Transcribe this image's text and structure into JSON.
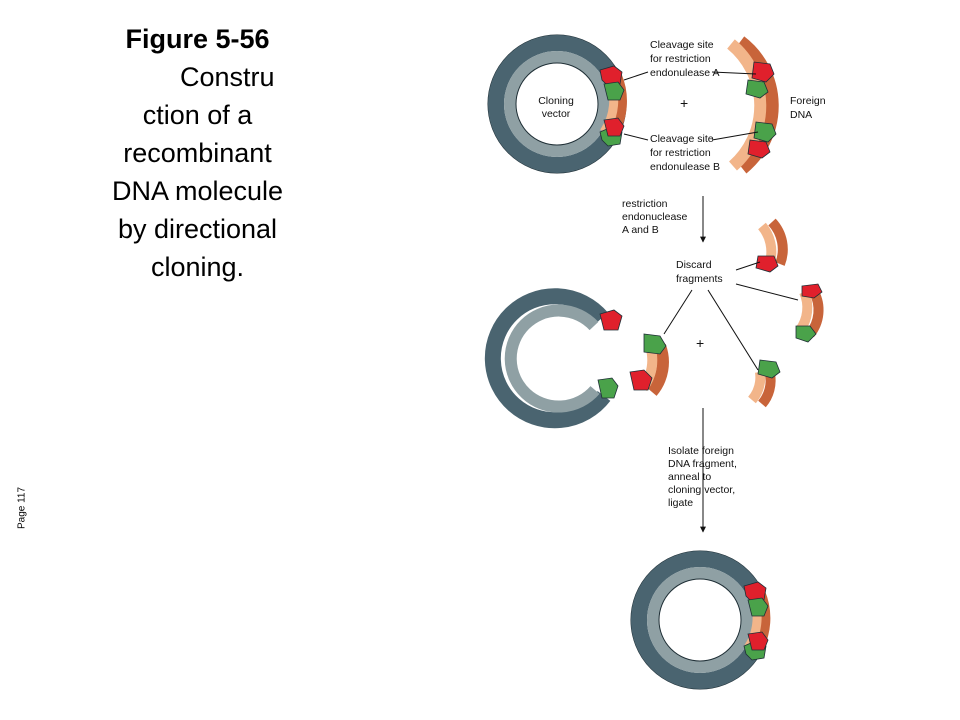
{
  "caption": {
    "figure_number": "Figure 5-56",
    "lines": [
      "Constru",
      "ction of a",
      "recombinant",
      "DNA molecule",
      "by directional",
      "cloning."
    ]
  },
  "page_ref": "Page 117",
  "diagram": {
    "cloning_vector_label": [
      "Cloning",
      "vector"
    ],
    "foreign_dna_label": [
      "Foreign",
      "DNA"
    ],
    "site_a_label": [
      "Cleavage site",
      "for restriction",
      "endonulease A"
    ],
    "site_b_label": [
      "Cleavage site",
      "for restriction",
      "endonulease B"
    ],
    "plus": "+",
    "step1_label": [
      "restriction",
      "endonuclease",
      "A and B"
    ],
    "discard_label": [
      "Discard",
      "fragments"
    ],
    "step2_label": [
      "Isolate foreign",
      "DNA fragment,",
      "anneal to",
      "cloning vector,",
      "ligate"
    ]
  },
  "colors": {
    "outer_ring": "#4a6470",
    "inner_ring": "#8fa0a4",
    "ring_outline": "#1f2f36",
    "dna_light": "#f2b58a",
    "dna_dark": "#c8643a",
    "site_a": "#e0202c",
    "site_b": "#4aa24a"
  }
}
